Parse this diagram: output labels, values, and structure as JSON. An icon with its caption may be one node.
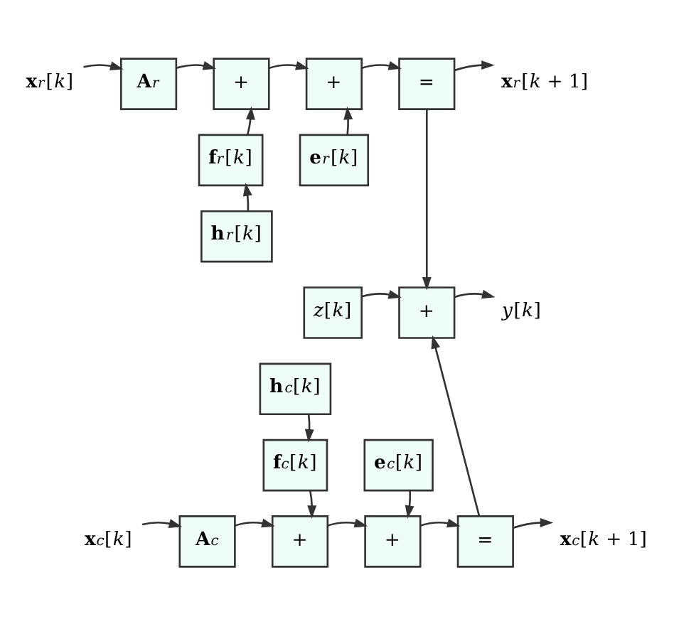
{
  "diagram": {
    "nodes": [
      {
        "text": [
          "**x**$_{r}$[*k*]"
        ]
      },
      {
        "text": [
          "**A**$_{r}$"
        ]
      },
      {
        "text": [
          "+"
        ]
      },
      {
        "text": [
          "+"
        ]
      },
      {
        "text": [
          "="
        ]
      },
      {
        "text": [
          "**x**$_{r}$[*k* + 1]"
        ]
      },
      {
        "text": [
          "**f**$_{r}$[*k*]"
        ]
      },
      {
        "text": [
          "**e**$_{r}$[*k*]"
        ]
      },
      {
        "text": [
          "**h**$_{r}$[*k*]"
        ]
      },
      {
        "text": [
          "*z*[*k*]"
        ]
      },
      {
        "text": [
          "+"
        ]
      },
      {
        "text": [
          "*y*[*k*]"
        ]
      },
      {
        "text": [
          "**h**$_{c}$[*k*]"
        ]
      },
      {
        "text": [
          "**f**$_{c}$[*k*]"
        ]
      },
      {
        "text": [
          "**e**$_{c}$[*k*]"
        ]
      },
      {
        "text": [
          "**x**$_{c}$[*k*]"
        ]
      },
      {
        "text": [
          "**A**$_{c}$"
        ]
      },
      {
        "text": [
          "+"
        ]
      },
      {
        "text": [
          "+"
        ]
      },
      {
        "text": [
          "="
        ]
      },
      {
        "text": [
          "**x**$_{c}$[*k* + 1]"
        ]
      }
    ],
    "edges": [
      {
        "from": 0,
        "to": 1,
        "arrow": "to"
      },
      {
        "from": 1,
        "to": 2,
        "arrow": "to"
      },
      {
        "from": 2,
        "to": 3,
        "arrow": "to"
      },
      {
        "from": 3,
        "to": 4,
        "arrow": "to"
      },
      {
        "from": 4,
        "to": 5,
        "arrow": "to"
      },
      {
        "from": 6,
        "to": 2,
        "arrow": "to"
      },
      {
        "from": 8,
        "to": 6,
        "arrow": "to"
      },
      {
        "from": 7,
        "to": 3,
        "arrow": "to"
      },
      {
        "from": 4,
        "to": 10,
        "arrow": "to"
      },
      {
        "from": 9,
        "to": 10,
        "arrow": "to"
      },
      {
        "from": 10,
        "to": 11,
        "arrow": "to"
      },
      {
        "from": 12,
        "to": 13,
        "arrow": "to"
      },
      {
        "from": 13,
        "to": 17,
        "arrow": "to"
      },
      {
        "from": 14,
        "to": 18,
        "arrow": "to"
      },
      {
        "from": 15,
        "to": 16,
        "arrow": "to"
      },
      {
        "from": 16,
        "to": 17,
        "arrow": "to"
      },
      {
        "from": 17,
        "to": 18,
        "arrow": "to"
      },
      {
        "from": 18,
        "to": 19,
        "arrow": "to"
      },
      {
        "from": 19,
        "to": 20,
        "arrow": "to"
      },
      {
        "from": 19,
        "to": 10,
        "arrow": "to"
      }
    ]
  }
}
